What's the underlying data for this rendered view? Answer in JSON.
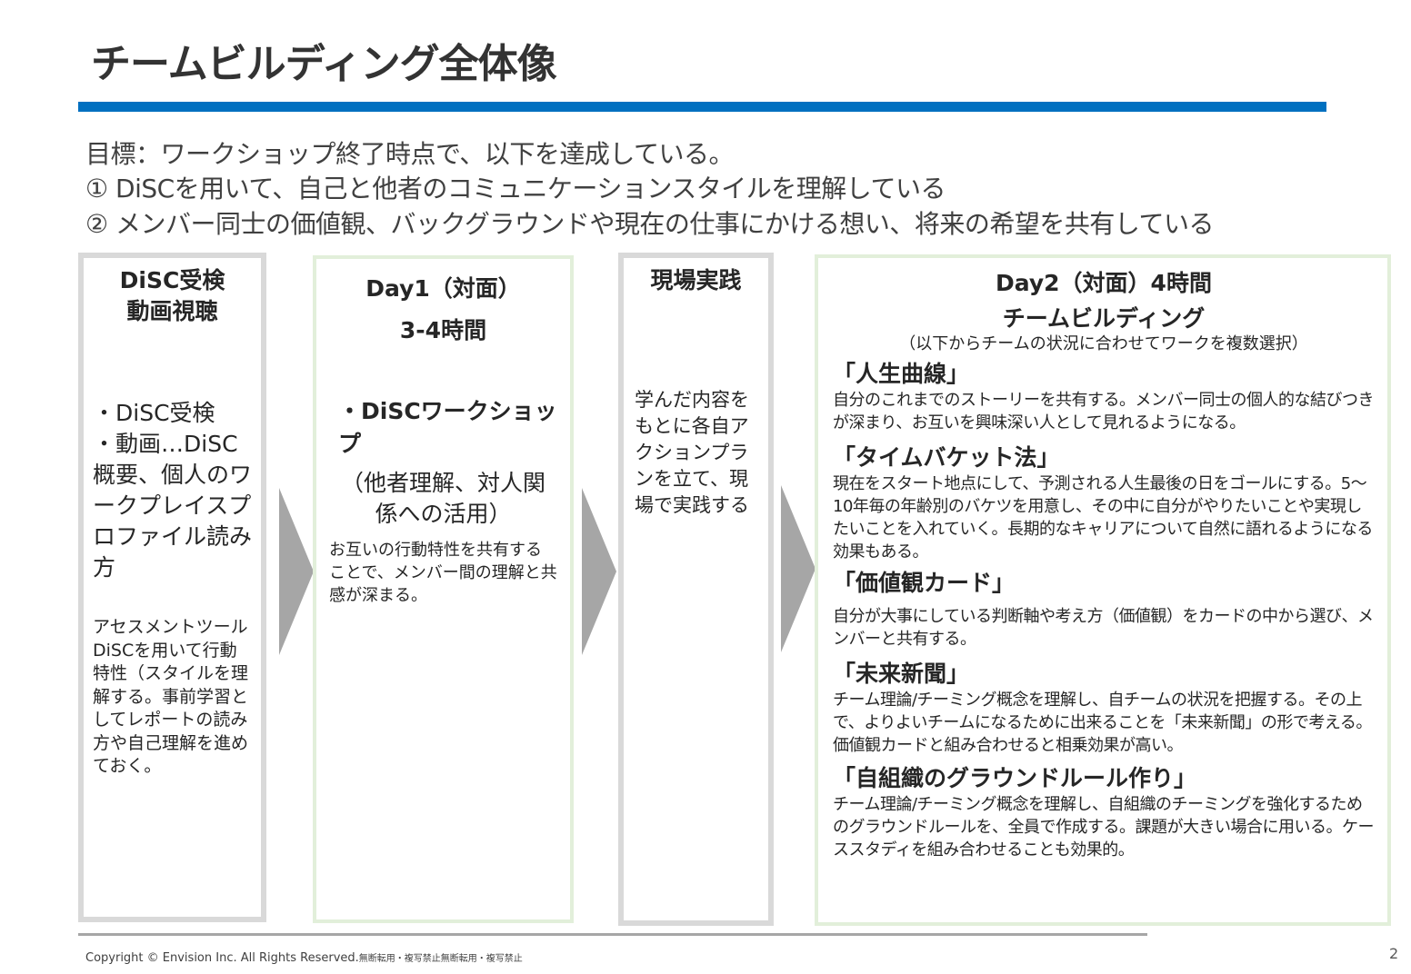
{
  "title": "チームビルディング全体像",
  "goals": [
    "目標：ワークショップ終了時点で、以下を達成している。",
    "① DiSCを用いて、自己と他者のコミュニケーションスタイルを理解している",
    "② メンバー同士の価値観、バックグラウンドや現在の仕事にかける想い、将来の希望を共有している"
  ],
  "step1": {
    "title1": "DiSC受検",
    "title2": "動画視聴",
    "bullets": [
      "・DiSC受検",
      "・動画…DiSC概要、個人のワークプレイスプロファイル読み方"
    ],
    "desc": "アセスメントツールDiSCを用いて行動特性（スタイルを理解する。事前学習としてレポートの読み方や自己理解を進めておく。"
  },
  "step2": {
    "title1": "Day1（対面）",
    "title2": "3-4時間",
    "bullet": "・DiSCワークショップ",
    "sub": "（他者理解、対人関係への活用）",
    "desc": "お互いの行動特性を共有することで、メンバー間の理解と共感が深まる。"
  },
  "step3": {
    "title": "現場実践",
    "desc": "学んだ内容をもとに各自アクションプランを立て、現場で実践する"
  },
  "step4": {
    "title1": "Day2（対面）4時間",
    "title2": "チームビルディング",
    "note": "（以下からチームの状況に合わせてワークを複数選択）",
    "items": [
      {
        "name": "「人生曲線」",
        "desc": "自分のこれまでのストーリーを共有する。メンバー同士の個人的な結びつきが深まり、お互いを興味深い人として見れるようになる。"
      },
      {
        "name": "「タイムバケット法」",
        "desc": "現在をスタート地点にして、予測される人生最後の日をゴールにする。5～10年毎の年齢別のバケツを用意し、その中に自分がやりたいことや実現したいことを入れていく。長期的なキャリアについて自然に語れるようになる効果もある。"
      },
      {
        "name": "「価値観カード」",
        "desc": "自分が大事にしている判断軸や考え方（価値観）をカードの中から選び、メンバーと共有する。"
      },
      {
        "name": "「未来新聞」",
        "desc": "チーム理論/チーミング概念を理解し、自チームの状況を把握する。その上で、よりよいチームになるために出来ることを「未来新聞」の形で考える。価値観カードと組み合わせると相乗効果が高い。"
      },
      {
        "name": "「自組織のグラウンドルール作り」",
        "desc": "チーム理論/チーミング概念を理解し、自組織のチーミングを強化するためのグラウンドルールを、全員で作成する。課題が大きい場合に用いる。ケーススタディを組み合わせることも効果的。"
      }
    ]
  },
  "footer": {
    "copyright": "Copyright © Envision Inc. All Rights Reserved.",
    "notice": "無断転用・複写禁止無断転用・複写禁止",
    "page": "2"
  }
}
